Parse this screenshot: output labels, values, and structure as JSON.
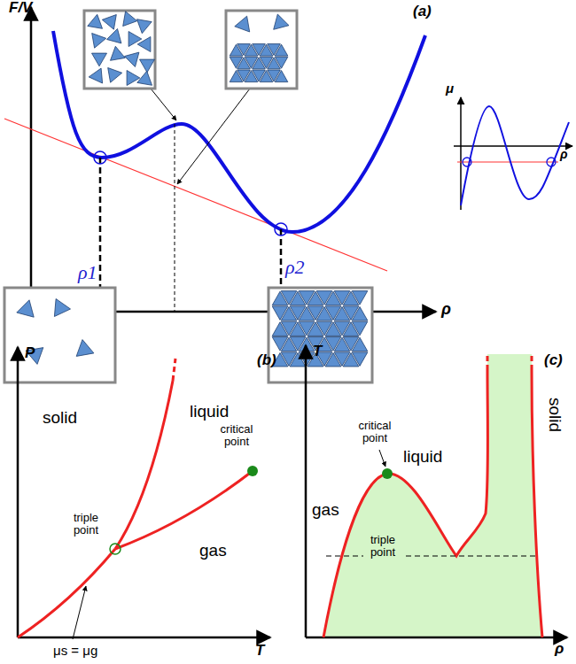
{
  "diagram": {
    "labels": [
      "F/V",
      "(a)",
      "ρ1",
      "ρ2",
      "ρ",
      "μ",
      "ρ",
      "P",
      "(b)",
      "solid",
      "liquid",
      "critical point",
      "triple point",
      "gas",
      "μs = μg",
      "T",
      "T",
      "(c)",
      "critical point",
      "liquid",
      "gas",
      "triple point",
      "solid",
      "ρ"
    ]
  }
}
